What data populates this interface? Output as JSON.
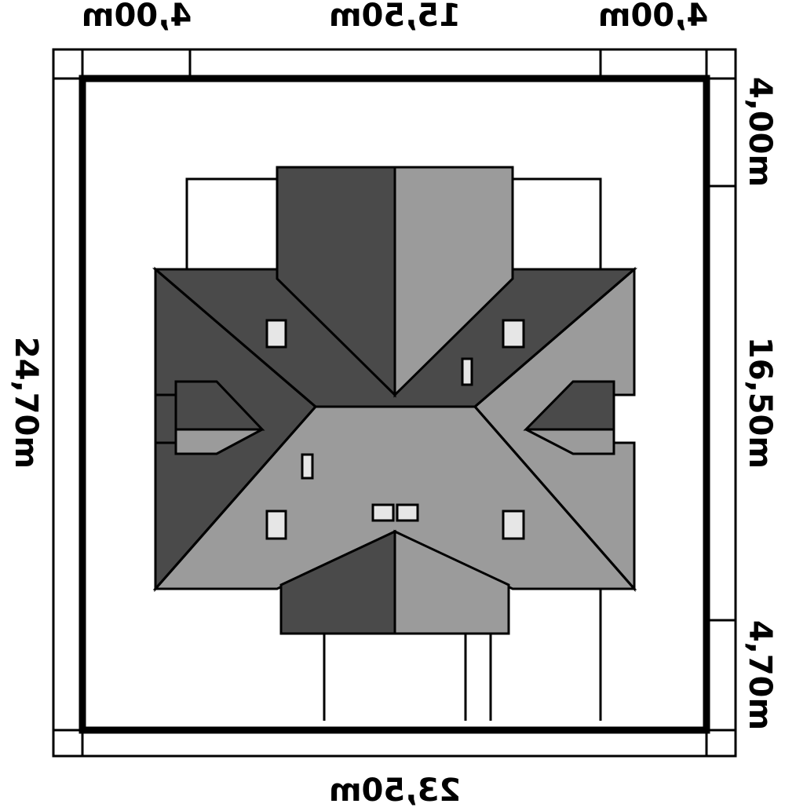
{
  "dimensions": {
    "top_left": "4,00m",
    "top_center": "15,50m",
    "top_right": "4,00m",
    "bottom": "23,50m",
    "left": "24,70m",
    "right_top": "4,00m",
    "right_center": "16,50m",
    "right_bottom": "4,70m"
  },
  "colors": {
    "roof_dark": "#4a4a4a",
    "roof_light": "#9b9b9b",
    "skylight": "#e6e6e6",
    "line": "#000000"
  }
}
